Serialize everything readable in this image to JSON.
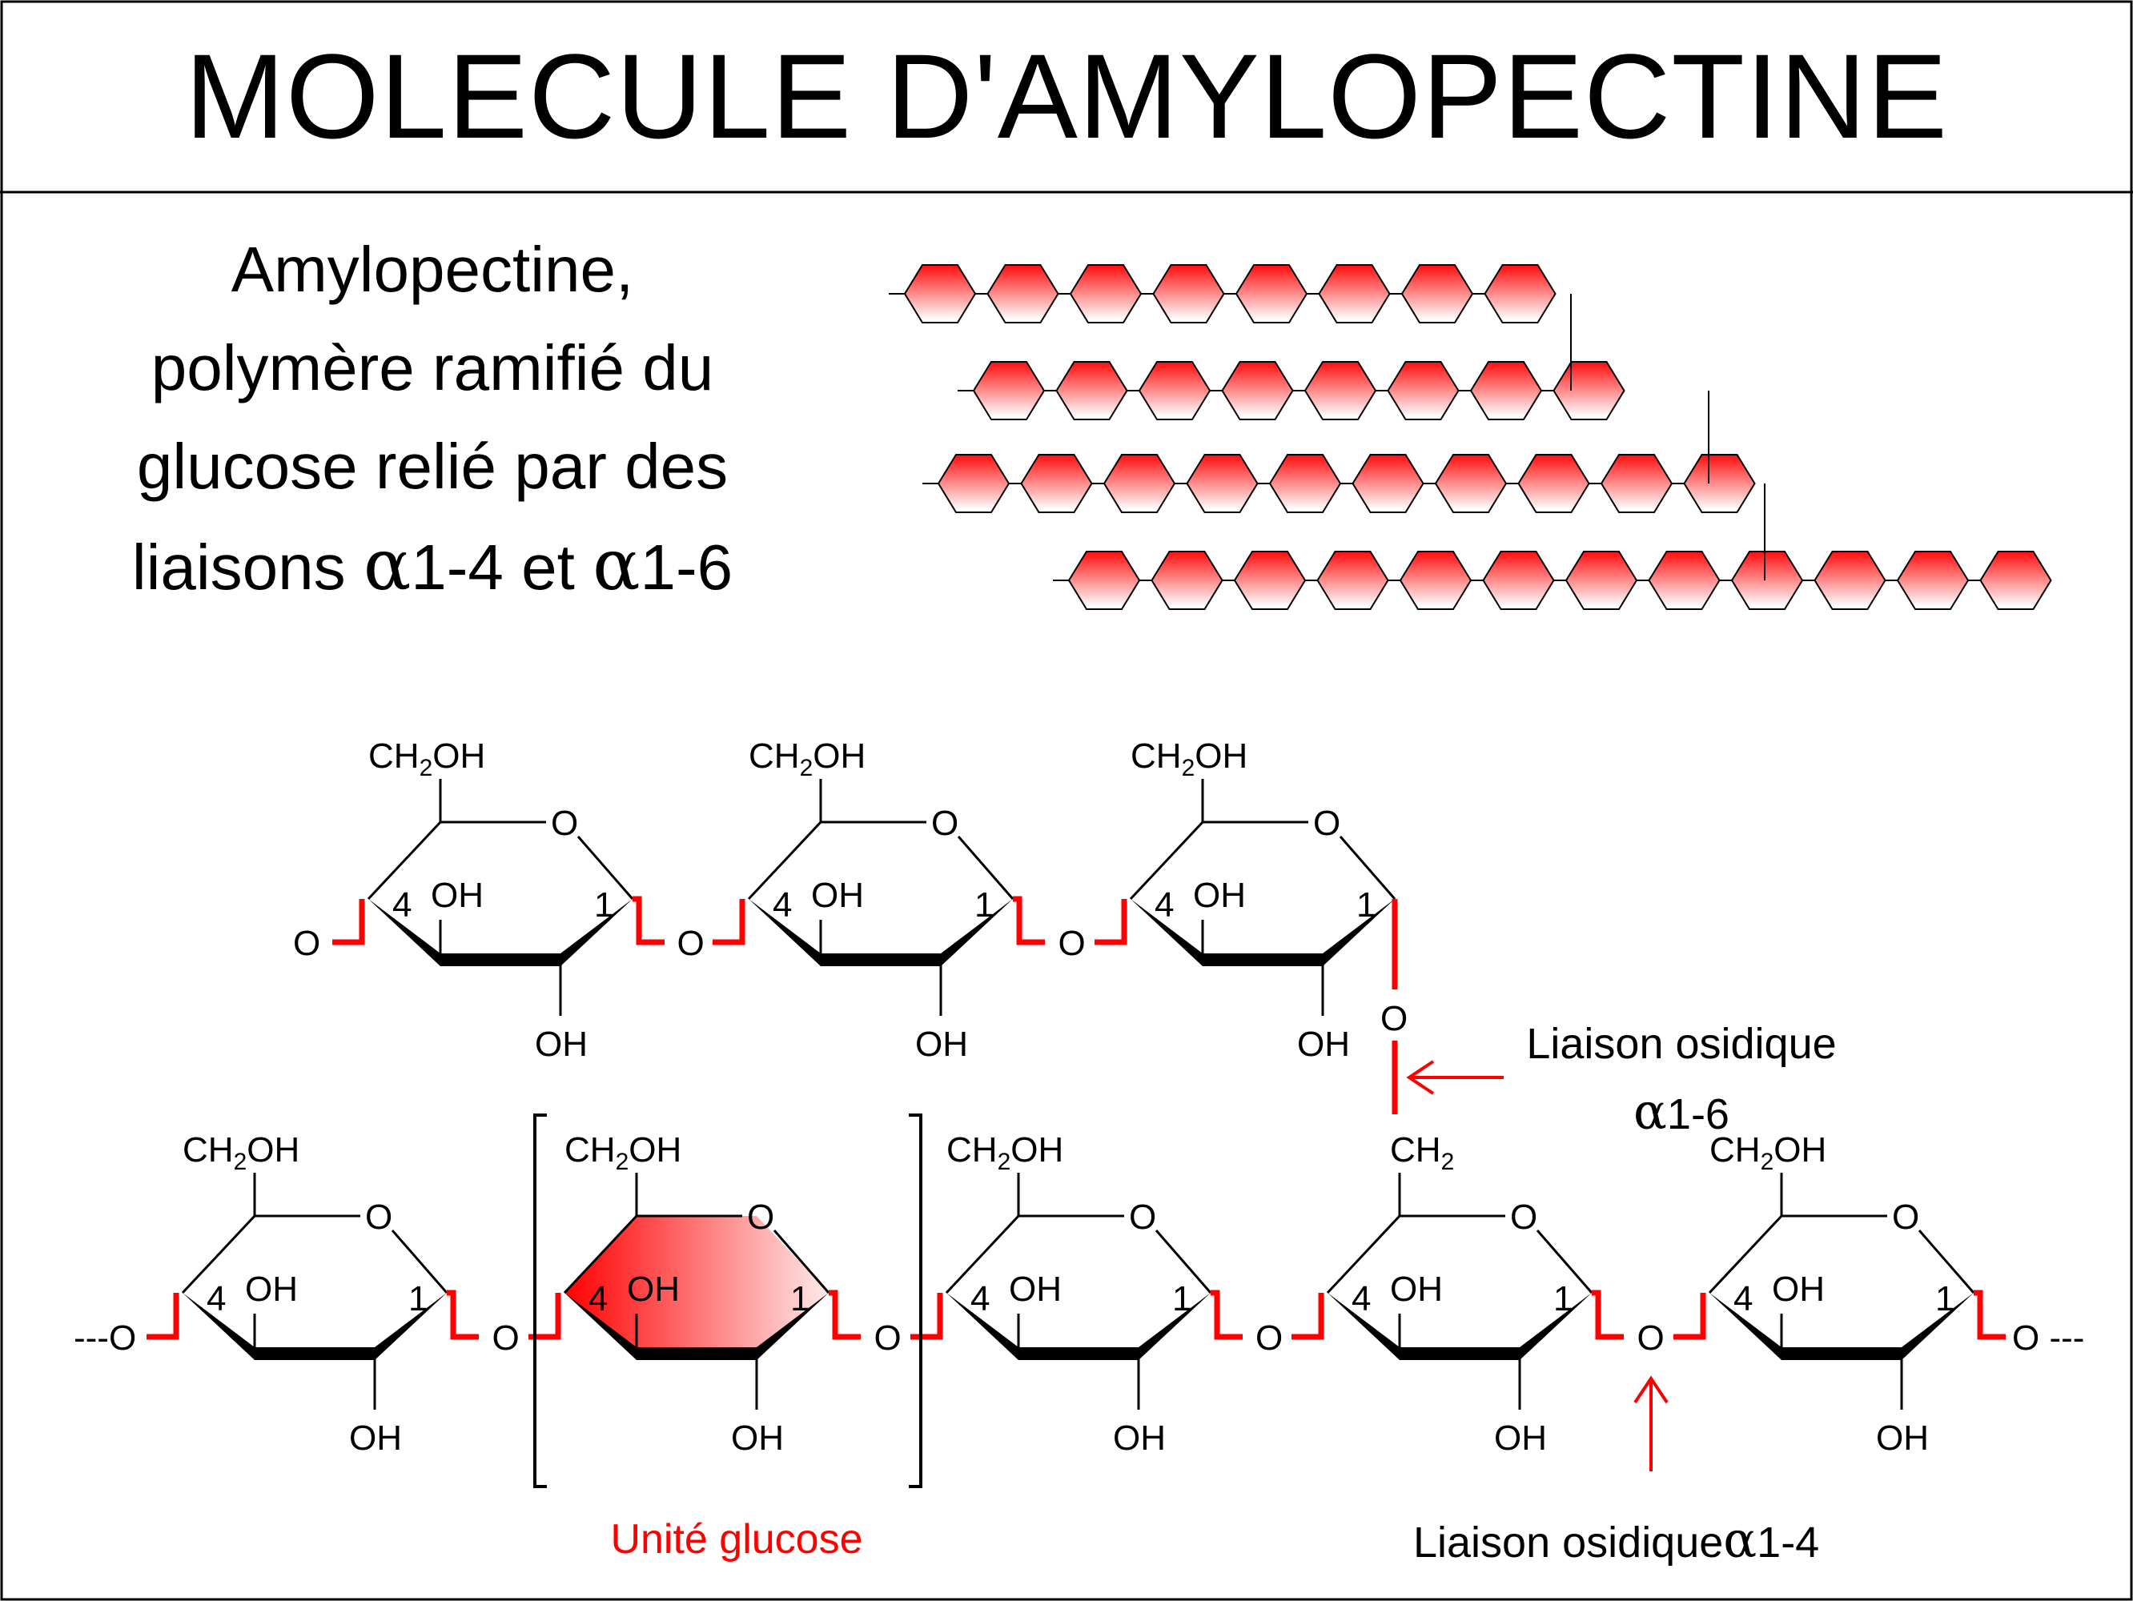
{
  "title": "MOLECULE D'AMYLOPECTINE",
  "description": {
    "line1": "Amylopectine,",
    "line2": "polymère ramifié du",
    "line3": "glucose relié par des",
    "line4_prefix": "liaisons ",
    "alpha": "α",
    "line4_a": "1-4 et ",
    "line4_b": "1-6"
  },
  "labels": {
    "ch2oh": "CH2OH",
    "ch2": "CH2",
    "o": "O",
    "oh": "OH",
    "c4": "4",
    "c1": "1",
    "dash_left": "---O",
    "dash_right": "O ---"
  },
  "annotations": {
    "glucose_unit": "Unité glucose",
    "bond16_line1": "Liaison osidique",
    "bond16_line2": "1-6",
    "bond14": "Liaison osidique",
    "bond14_suffix": "1-4",
    "alpha": "α"
  },
  "colors": {
    "accent": "#ff0000",
    "hex_fill_top": "#ff1a1a",
    "hex_fill_bottom": "#ffffff",
    "border": "#000000"
  }
}
